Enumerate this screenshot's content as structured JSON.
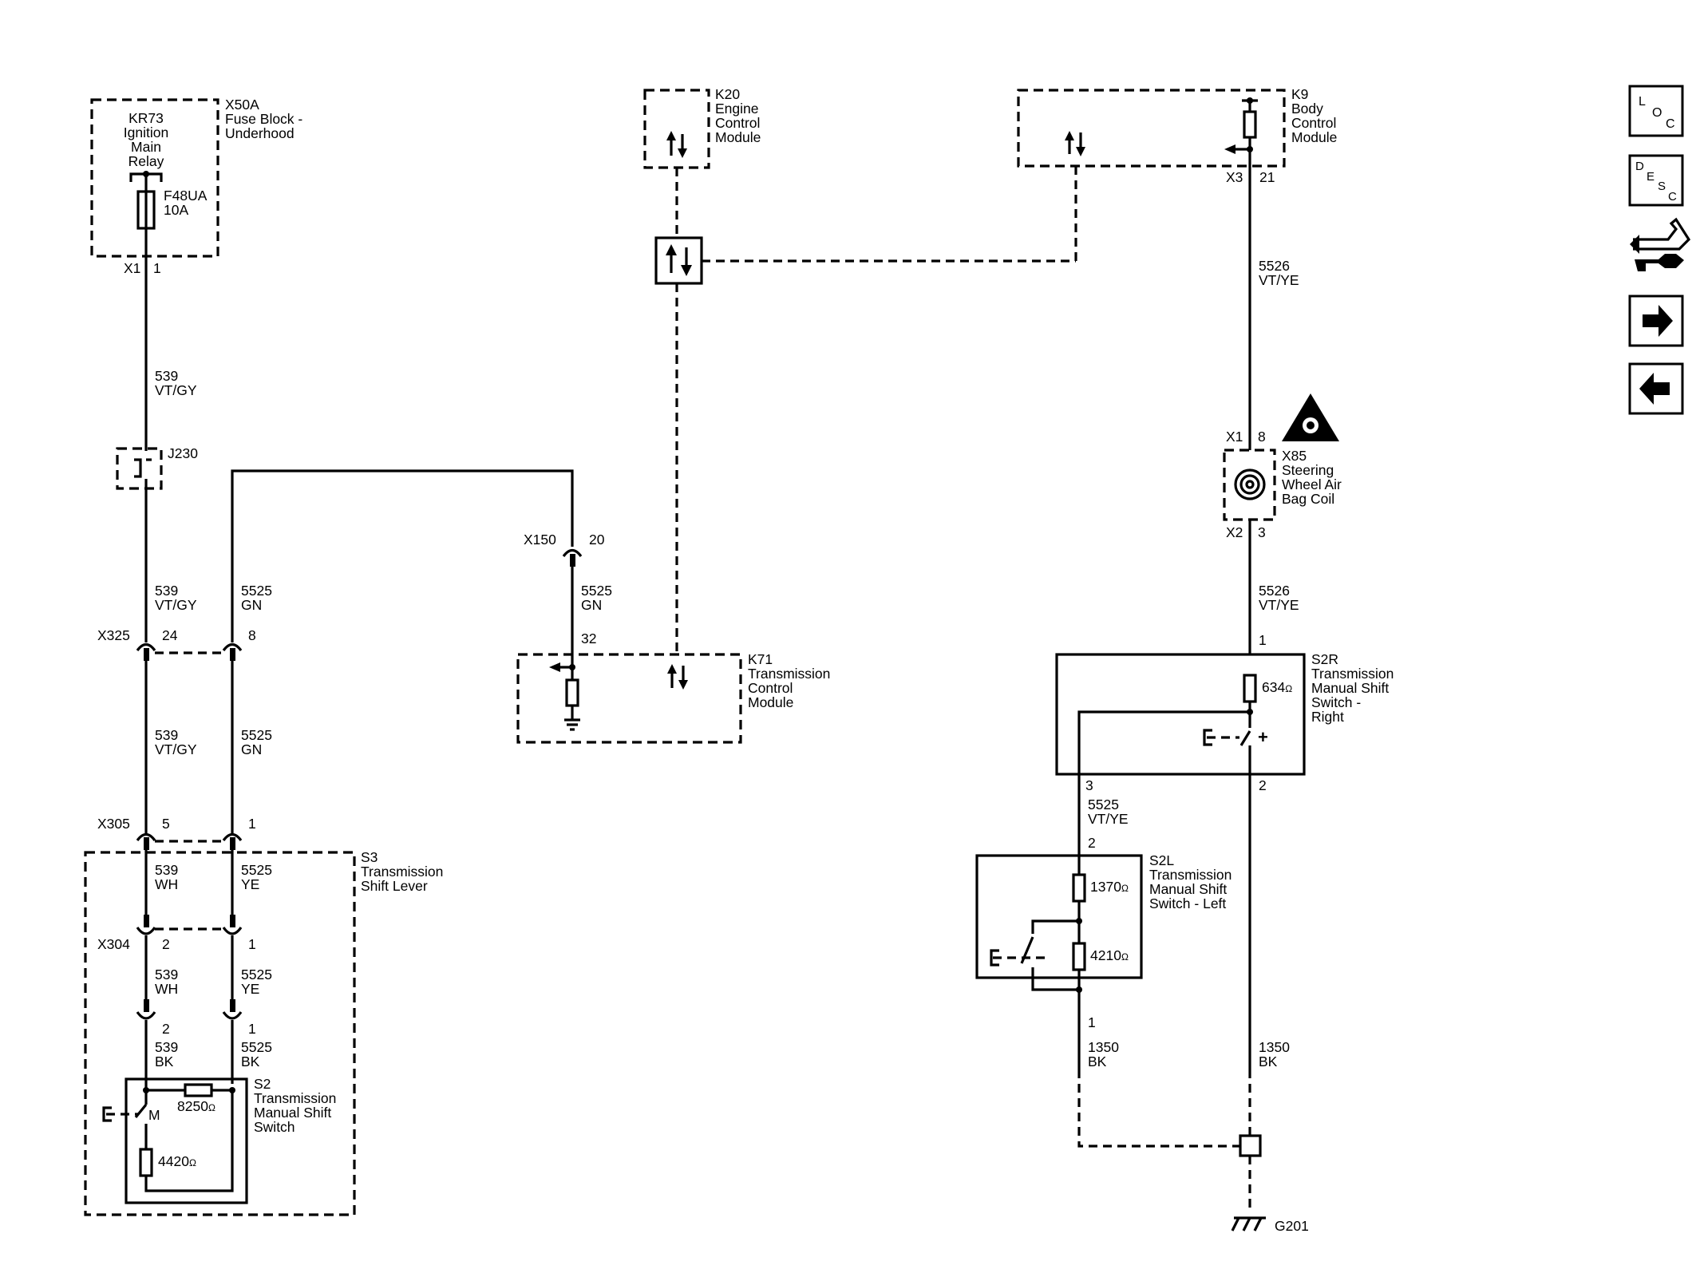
{
  "components": {
    "x50a": {
      "id": "X50A",
      "line1": "Fuse Block -",
      "line2": "Underhood"
    },
    "kr73": {
      "line1": "KR73",
      "line2": "Ignition",
      "line3": "Main",
      "line4": "Relay"
    },
    "f48ua": {
      "line1": "F48UA",
      "line2": "10A"
    },
    "k20": {
      "id": "K20",
      "line1": "Engine",
      "line2": "Control",
      "line3": "Module"
    },
    "k9": {
      "id": "K9",
      "line1": "Body",
      "line2": "Control",
      "line3": "Module"
    },
    "j230": {
      "id": "J230"
    },
    "k71": {
      "id": "K71",
      "line1": "Transmission",
      "line2": "Control",
      "line3": "Module"
    },
    "x85": {
      "id": "X85",
      "line1": "Steering",
      "line2": "Wheel Air",
      "line3": "Bag Coil"
    },
    "s2r": {
      "id": "S2R",
      "line1": "Transmission",
      "line2": "Manual Shift",
      "line3": "Switch -",
      "line4": "Right"
    },
    "s2l": {
      "id": "S2L",
      "line1": "Transmission",
      "line2": "Manual Shift",
      "line3": "Switch - Left"
    },
    "s3": {
      "id": "S3",
      "line1": "Transmission",
      "line2": "Shift Lever"
    },
    "s2": {
      "id": "S2",
      "line1": "Transmission",
      "line2": "Manual Shift",
      "line3": "Switch"
    },
    "g201": {
      "id": "G201"
    }
  },
  "connectors": {
    "x1_fuse": {
      "name": "X1",
      "pin": "1"
    },
    "x3_bcm": {
      "name": "X3",
      "pin": "21"
    },
    "x150": {
      "name": "X150",
      "pin": "20"
    },
    "k71_pin": {
      "pin": "32"
    },
    "x325": {
      "name": "X325",
      "pin_a": "24",
      "pin_b": "8"
    },
    "x305": {
      "name": "X305",
      "pin_a": "5",
      "pin_b": "1"
    },
    "x304": {
      "name": "X304",
      "pin_a": "2",
      "pin_b": "1"
    },
    "s2_pins": {
      "pin_a": "2",
      "pin_b": "1"
    },
    "x85_top": {
      "name": "X1",
      "pin": "8"
    },
    "x85_bot": {
      "name": "X2",
      "pin": "3"
    },
    "s2r_pins": {
      "in": "1",
      "out_left": "3",
      "out_right": "2"
    },
    "s2l_pins": {
      "top": "2",
      "bottom": "1"
    }
  },
  "wires": {
    "w539_vtgy_1": {
      "circuit": "539",
      "color": "VT/GY"
    },
    "w539_vtgy_2": {
      "circuit": "539",
      "color": "VT/GY"
    },
    "w539_vtgy_3": {
      "circuit": "539",
      "color": "VT/GY"
    },
    "w5525_gn_1": {
      "circuit": "5525",
      "color": "GN"
    },
    "w5525_gn_2": {
      "circuit": "5525",
      "color": "GN"
    },
    "w5525_gn_3": {
      "circuit": "5525",
      "color": "GN"
    },
    "w539_wh_1": {
      "circuit": "539",
      "color": "WH"
    },
    "w539_wh_2": {
      "circuit": "539",
      "color": "WH"
    },
    "w5525_ye_1": {
      "circuit": "5525",
      "color": "YE"
    },
    "w5525_ye_2": {
      "circuit": "5525",
      "color": "YE"
    },
    "w539_bk": {
      "circuit": "539",
      "color": "BK"
    },
    "w5525_bk": {
      "circuit": "5525",
      "color": "BK"
    },
    "w5526_1": {
      "circuit": "5526",
      "color": "VT/YE"
    },
    "w5526_2": {
      "circuit": "5526",
      "color": "VT/YE"
    },
    "w5525_vtye": {
      "circuit": "5525",
      "color": "VT/YE"
    },
    "w1350_l": {
      "circuit": "1350",
      "color": "BK"
    },
    "w1350_r": {
      "circuit": "1350",
      "color": "BK"
    }
  },
  "resistors": {
    "s2r_res": {
      "value": "634",
      "unit": "Ω"
    },
    "s2l_res1": {
      "value": "1370",
      "unit": "Ω"
    },
    "s2l_res2": {
      "value": "4210",
      "unit": "Ω"
    },
    "s2_res1": {
      "value": "8250",
      "unit": "Ω"
    },
    "s2_res2": {
      "value": "4420",
      "unit": "Ω"
    }
  },
  "switch_marks": {
    "s2r": "+",
    "s2": "M"
  },
  "nav": {
    "loc": {
      "a": "L",
      "b": "O",
      "c": "C"
    },
    "desc": {
      "a": "D",
      "b": "E",
      "c": "S",
      "d": "C"
    },
    "icons": [
      "loc-icon",
      "desc-icon",
      "connector-wrench-icon",
      "arrow-right-icon",
      "arrow-left-icon"
    ]
  }
}
